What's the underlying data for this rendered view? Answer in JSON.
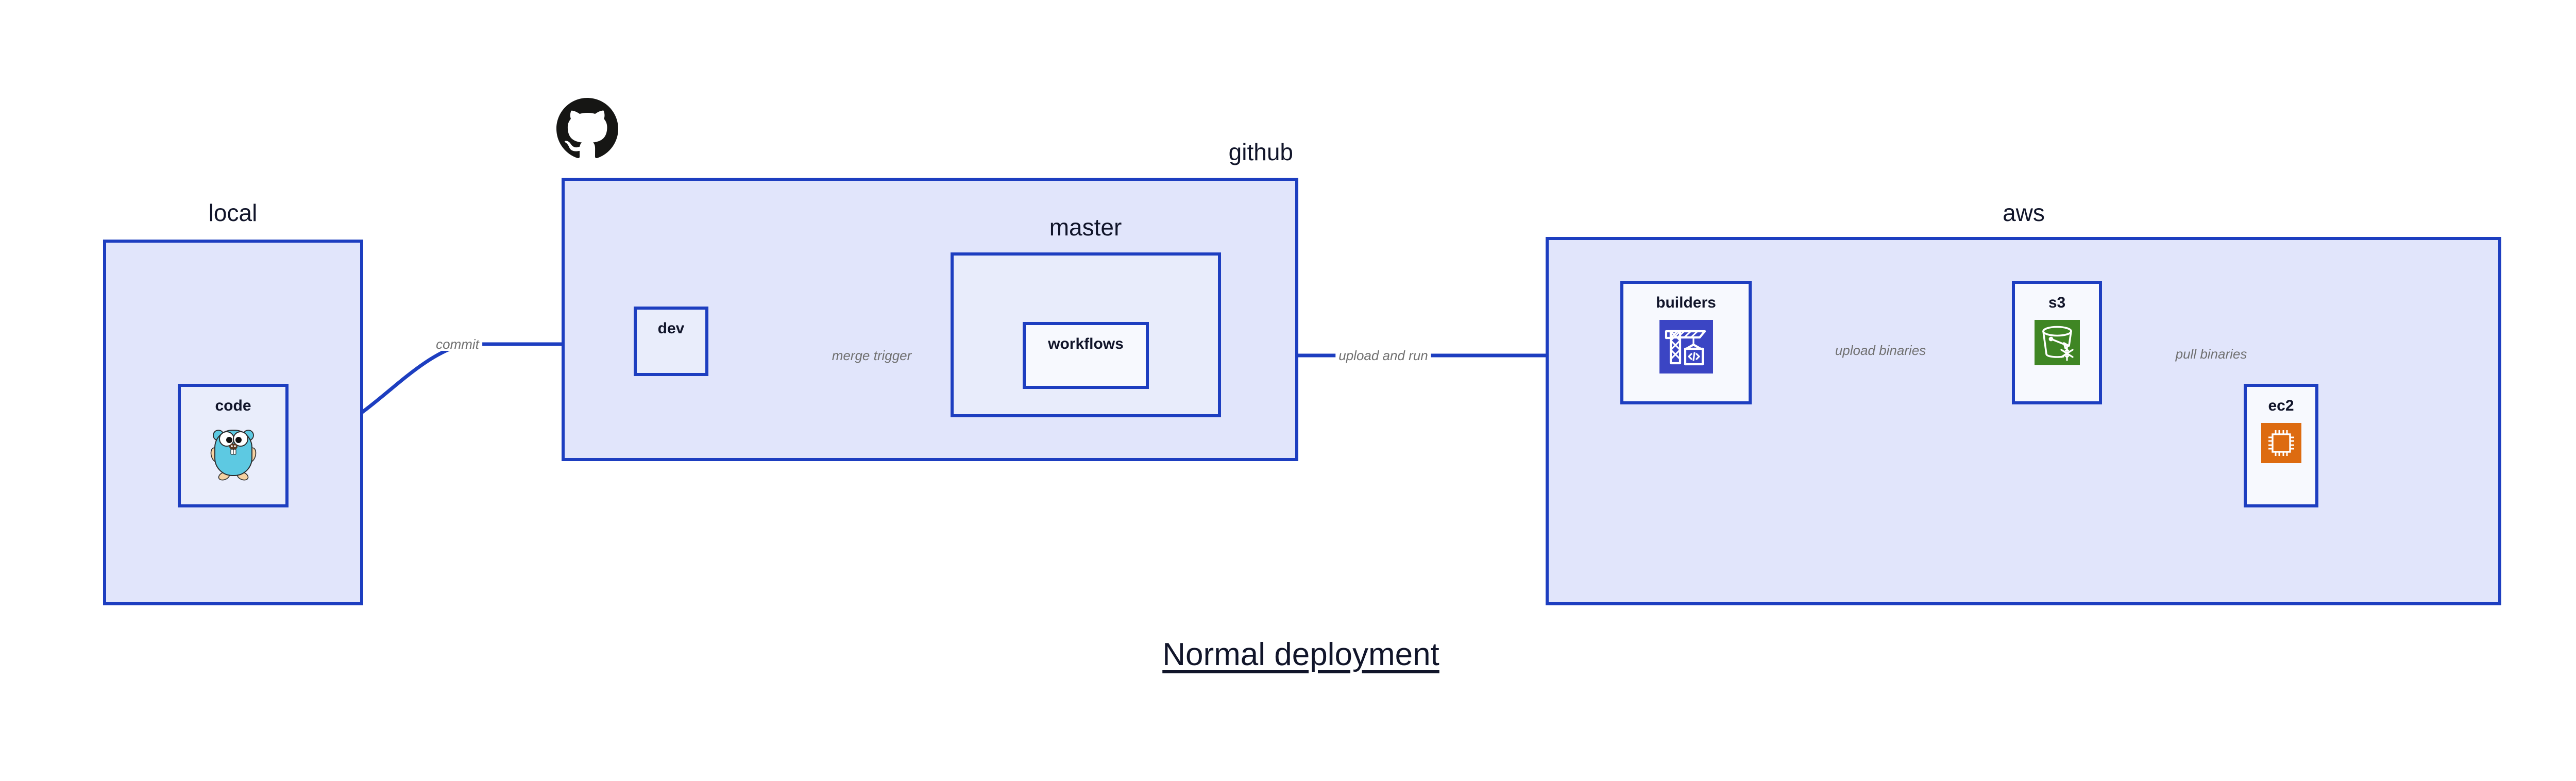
{
  "diagram": {
    "caption": "Normal deployment",
    "colors": {
      "group_fill": "#e1e5fb",
      "group_inner_fill": "#e8ecfb",
      "node_fill": "#e9edfb",
      "node_light_fill": "#f7f9fe",
      "border": "#1d3ec0",
      "label_text": "#11152a",
      "edge_label_text": "#707070",
      "codebuild_blue": "#3b45c4",
      "s3_green": "#3f8624",
      "ec2_orange": "#dd6b10",
      "gopher_cyan": "#5dc9e2",
      "octocat_black": "#161614"
    }
  },
  "groups": [
    {
      "id": "local",
      "label": "local",
      "label_align": "center"
    },
    {
      "id": "github",
      "label": "github",
      "label_align": "right"
    },
    {
      "id": "master",
      "label": "master",
      "label_align": "center"
    },
    {
      "id": "aws",
      "label": "aws",
      "label_align": "center"
    }
  ],
  "nodes": [
    {
      "id": "code",
      "label": "code",
      "icon": "go-gopher-icon"
    },
    {
      "id": "dev",
      "label": "dev",
      "icon": null
    },
    {
      "id": "workflows",
      "label": "workflows",
      "icon": null
    },
    {
      "id": "builders",
      "label": "builders",
      "icon": "aws-codebuild-icon"
    },
    {
      "id": "s3",
      "label": "s3",
      "icon": "aws-s3-glacier-icon"
    },
    {
      "id": "ec2",
      "label": "ec2",
      "icon": "aws-ec2-icon"
    }
  ],
  "edges": [
    {
      "id": "commit",
      "label": "commit",
      "from": "code",
      "to": "dev"
    },
    {
      "id": "merge-trigger",
      "label": "merge trigger",
      "from": "dev",
      "to": "workflows"
    },
    {
      "id": "upload-and-run",
      "label": "upload and run",
      "from": "workflows",
      "to": "builders"
    },
    {
      "id": "upload-binaries",
      "label": "upload binaries",
      "from": "builders",
      "to": "s3"
    },
    {
      "id": "pull-binaries",
      "label": "pull binaries",
      "from": "s3",
      "to": "ec2"
    }
  ],
  "logos": [
    {
      "id": "github-logo",
      "name": "github-octocat-icon"
    }
  ]
}
